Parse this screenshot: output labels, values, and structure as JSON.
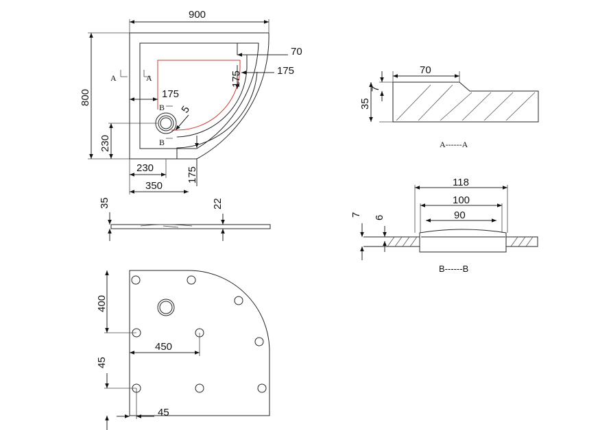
{
  "drawing": {
    "top_view": {
      "width_dim": "900",
      "height_dim": "800",
      "rim_dim_70": "70",
      "rim_dim_175_right": "175",
      "rim_dim_175_vertical": "175",
      "rim_dim_175_left": "175",
      "drain_offset_230_vertical": "230",
      "drain_offset_230_horizontal": "230",
      "drain_offset_350": "350",
      "rim_dim_175_bottom": "175",
      "radius_label": "5",
      "section_a_left": "A",
      "section_a_right": "A",
      "section_b_top": "B",
      "section_b_bottom": "B"
    },
    "side_view": {
      "height_35": "35",
      "height_22": "22"
    },
    "bottom_view": {
      "dim_400": "400",
      "dim_450": "450",
      "dim_45_vertical": "45",
      "dim_45_horizontal": "45"
    },
    "section_a": {
      "dim_70": "70",
      "dim_7": "7",
      "dim_35": "35",
      "caption": "A------A"
    },
    "section_b": {
      "dim_118": "118",
      "dim_100": "100",
      "dim_90": "90",
      "dim_7": "7",
      "dim_6": "6",
      "caption": "B------B"
    }
  }
}
